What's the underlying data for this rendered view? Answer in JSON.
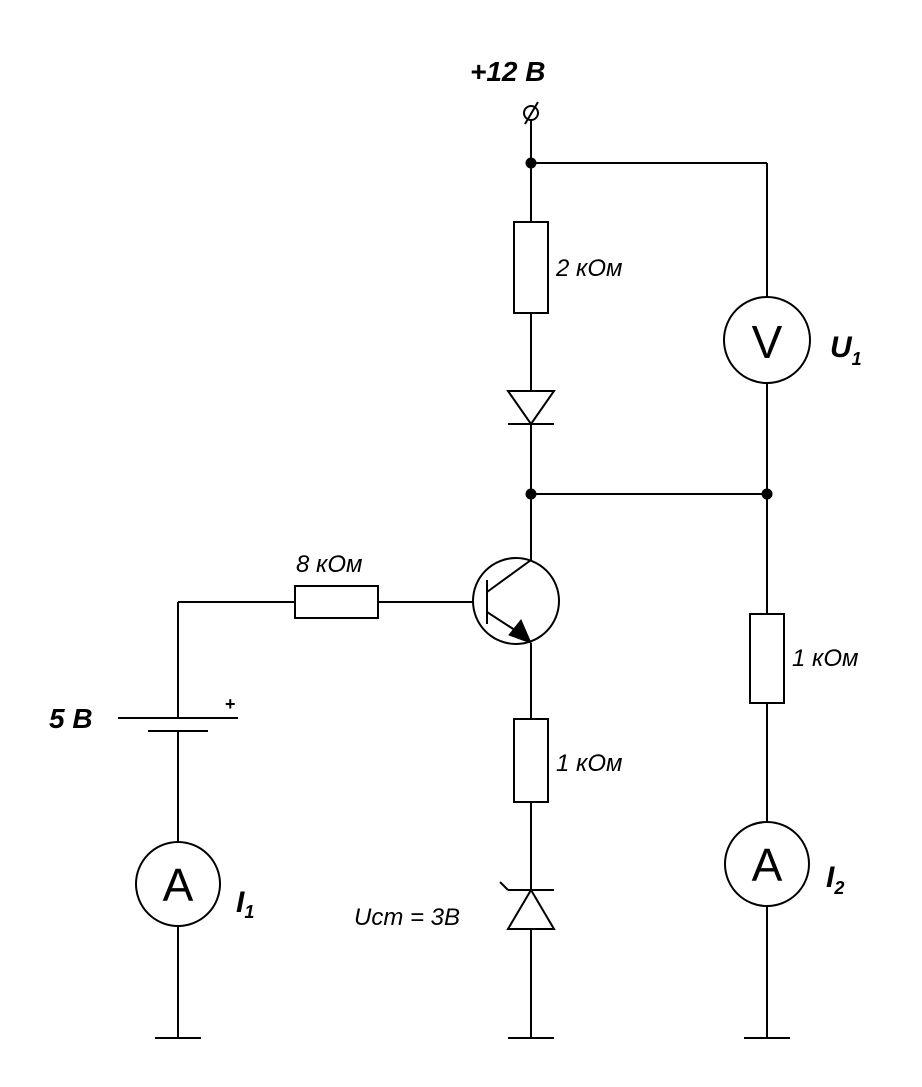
{
  "supply": {
    "label": "+12  В"
  },
  "resistors": {
    "r_top": "2 кОм",
    "r_base": "8 кОм",
    "r_emitter": "1 кОм",
    "r_right": "1 кОм"
  },
  "battery": {
    "label": "5 В",
    "plus": "+"
  },
  "zener": {
    "label": "Uст = 3В"
  },
  "meters": {
    "voltmeter": {
      "symbol": "V",
      "name": "U",
      "sub": "1"
    },
    "ammeter_left": {
      "symbol": "A",
      "name": "I",
      "sub": "1"
    },
    "ammeter_right": {
      "symbol": "A",
      "name": "I",
      "sub": "2"
    }
  }
}
